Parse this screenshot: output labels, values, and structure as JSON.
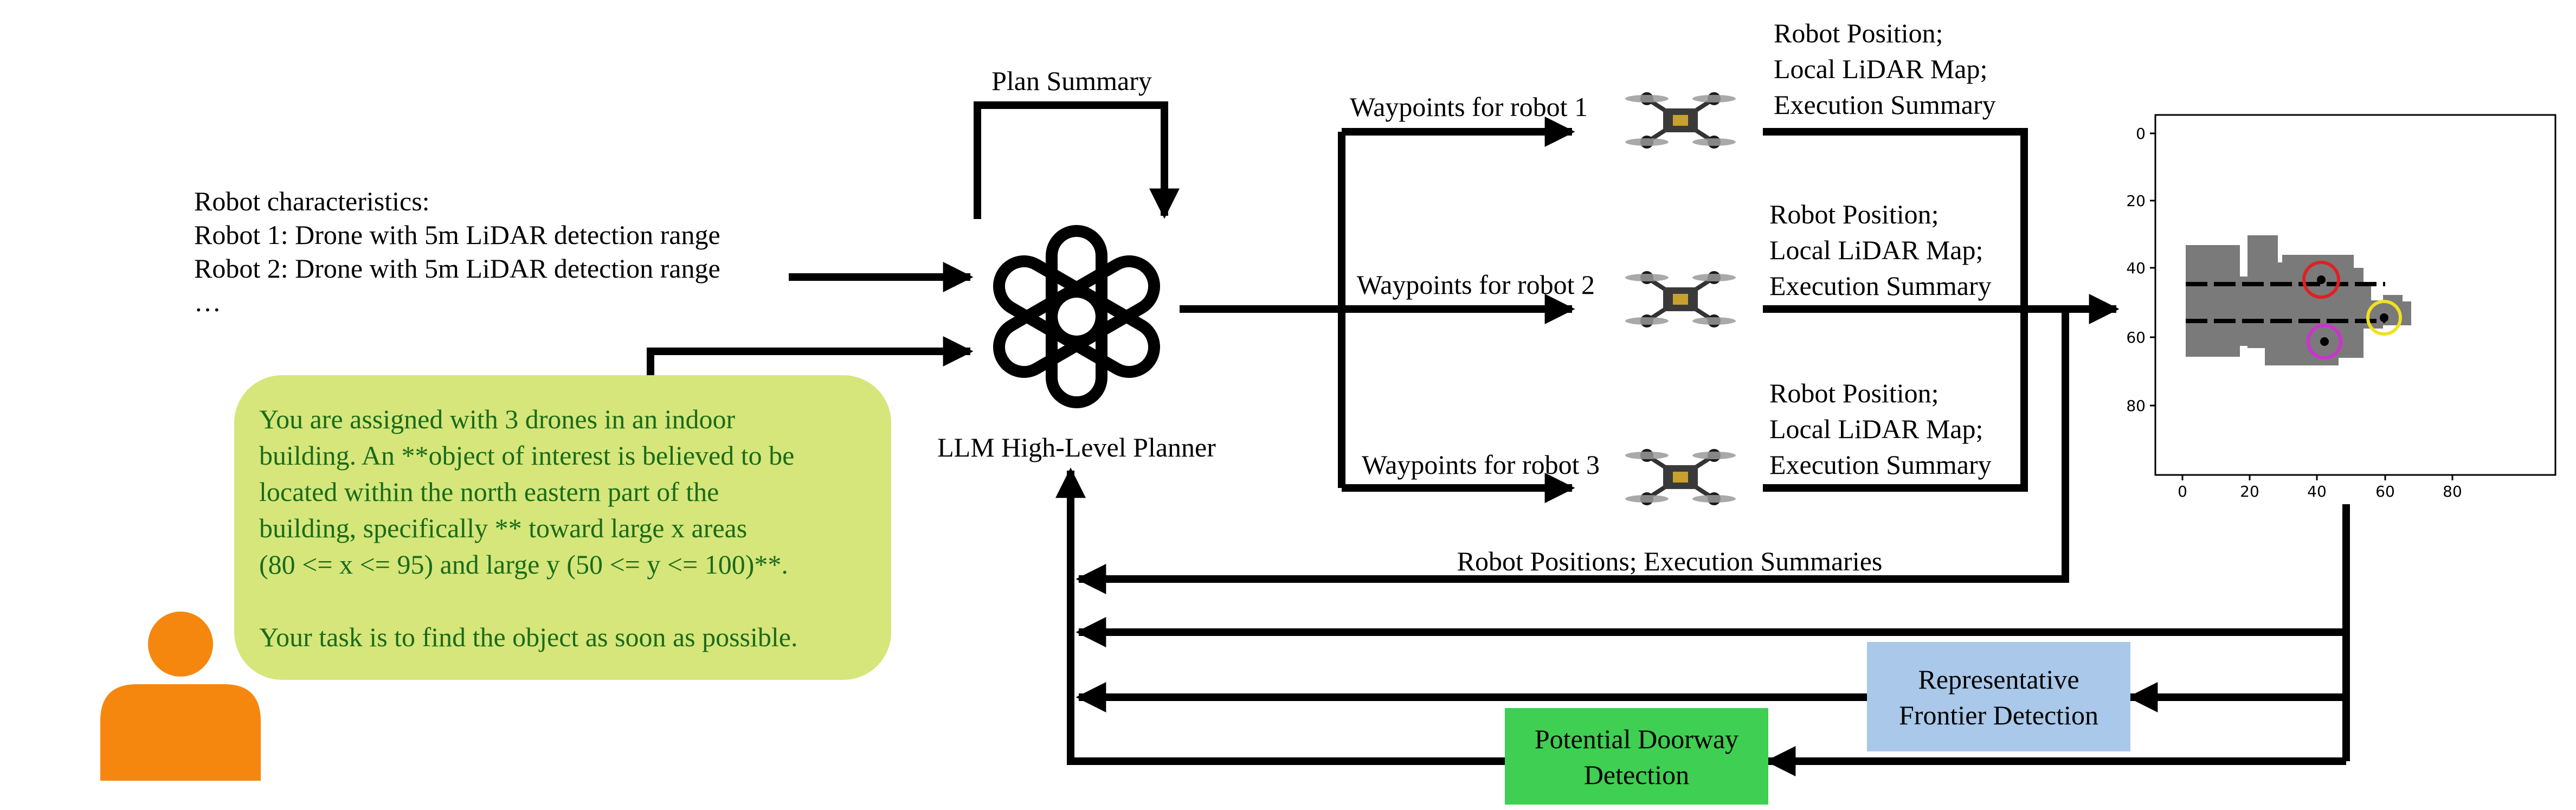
{
  "colors": {
    "prompt_bubble": "#d6e67a",
    "prompt_text": "#1a6b1a",
    "person": "#f5870f",
    "frontier_box": "#a9c8ea",
    "doorway_box": "#3fcf52",
    "map_fill": "#7a7a7a",
    "marker_red": "#e02020",
    "marker_yellow": "#f0e020",
    "marker_magenta": "#d030d0"
  },
  "icons": {
    "planner": "openai-knot-logo-icon",
    "robot": "quadcopter-drone-icon",
    "user": "person-silhouette-icon"
  },
  "robot_characteristics": {
    "lines": [
      "Robot characteristics:",
      "Robot 1: Drone with 5m LiDAR detection range",
      "Robot 2: Drone with 5m LiDAR detection range",
      "…"
    ]
  },
  "prompt": {
    "lines": [
      "You are assigned with 3 drones in an indoor",
      "building. An **object of interest is believed to be",
      "located within the north eastern part of the",
      "building, specifically ** toward large x areas",
      "(80 <= x <= 95) and large y (50 <= y <= 100)**.",
      "",
      "Your task is to find the object as soon as possible."
    ]
  },
  "planner": {
    "label": "LLM High-Level Planner",
    "plan_summary": "Plan Summary"
  },
  "robots": [
    {
      "waypoints_label": "Waypoints for robot 1",
      "feedback_lines": [
        "Robot Position;",
        "Local LiDAR Map;",
        "Execution Summary"
      ]
    },
    {
      "waypoints_label": "Waypoints for robot 2",
      "feedback_lines": [
        "Robot Position;",
        "Local LiDAR Map;",
        "Execution Summary"
      ]
    },
    {
      "waypoints_label": "Waypoints for robot 3",
      "feedback_lines": [
        "Robot Position;",
        "Local LiDAR Map;",
        "Execution Summary"
      ]
    }
  ],
  "feedback_bus_label": "Robot Positions; Execution Summaries",
  "frontier": {
    "lines": [
      "Representative",
      "Frontier Detection"
    ]
  },
  "doorway": {
    "lines": [
      "Potential Doorway",
      "Detection"
    ]
  },
  "map_plot": {
    "x_ticks": [
      "0",
      "20",
      "40",
      "60",
      "80"
    ],
    "y_ticks": [
      "0",
      "20",
      "40",
      "60",
      "80"
    ]
  }
}
